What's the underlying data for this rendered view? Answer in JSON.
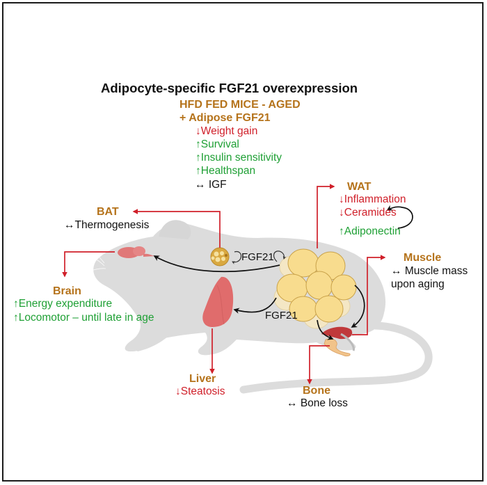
{
  "title": "Adipocyte-specific FGF21 overexpression",
  "colors": {
    "heading": "#B5731B",
    "decrease": "#D0202A",
    "increase": "#1FA035",
    "unchanged": "#111111",
    "signal_arrow": "#D0202A",
    "flow_arrow": "#111111",
    "mouse": "#DCDCDC",
    "organ": "#E07070",
    "adipocyte": "#F8DC8E"
  },
  "model": {
    "heading_line1": "HFD FED MICE - AGED",
    "heading_line2": "+ Adipose FGF21",
    "effects": [
      {
        "direction": "down",
        "symbol": "↓",
        "text": "Weight gain"
      },
      {
        "direction": "up",
        "symbol": "↑",
        "text": "Survival"
      },
      {
        "direction": "up",
        "symbol": "↑",
        "text": "Insulin sensitivity"
      },
      {
        "direction": "up",
        "symbol": "↑",
        "text": "Healthspan"
      },
      {
        "direction": "unchanged",
        "symbol": "↔",
        "text": "IGF"
      }
    ]
  },
  "signals": {
    "fgf21_upper": "FGF21",
    "fgf21_lower": "FGF21"
  },
  "organs": {
    "bat": {
      "name": "BAT",
      "effects": [
        {
          "direction": "unchanged",
          "symbol": "↔",
          "text": "Thermogenesis"
        }
      ]
    },
    "brain": {
      "name": "Brain",
      "effects": [
        {
          "direction": "up",
          "symbol": "↑",
          "text": "Energy expenditure"
        },
        {
          "direction": "up",
          "symbol": "↑",
          "text": "Locomotor – until late in age"
        }
      ]
    },
    "wat": {
      "name": "WAT",
      "effects": [
        {
          "direction": "down",
          "symbol": "↓",
          "text": "Inflammation"
        },
        {
          "direction": "down",
          "symbol": "↓",
          "text": "Ceramides"
        },
        {
          "direction": "up",
          "symbol": "↑",
          "text": "Adiponectin"
        }
      ]
    },
    "muscle": {
      "name": "Muscle",
      "effects": [
        {
          "direction": "unchanged",
          "symbol": "↔",
          "text": "Muscle mass"
        }
      ],
      "effect_continuation": "upon aging"
    },
    "liver": {
      "name": "Liver",
      "effects": [
        {
          "direction": "down",
          "symbol": "↓",
          "text": "Steatosis"
        }
      ]
    },
    "bone": {
      "name": "Bone",
      "effects": [
        {
          "direction": "unchanged",
          "symbol": "↔",
          "text": "Bone loss"
        }
      ]
    }
  }
}
